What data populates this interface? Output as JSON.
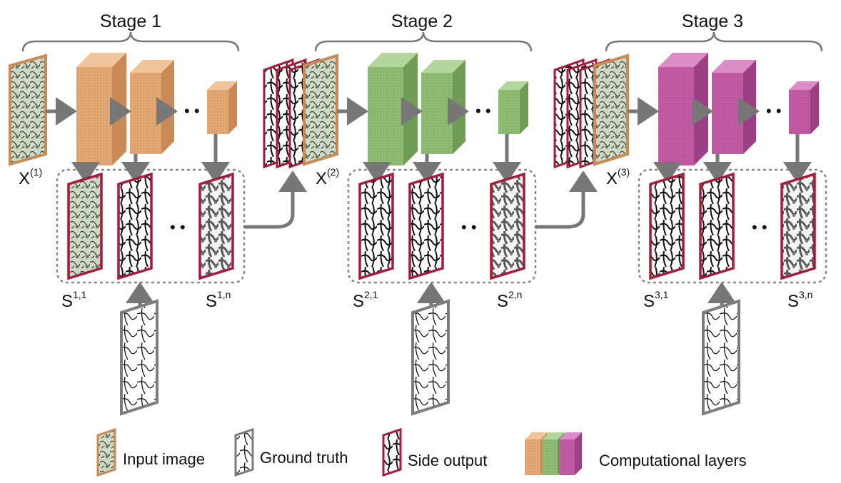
{
  "stages": [
    {
      "title": "Stage 1",
      "input_label": "X",
      "input_sup": "(1)",
      "first_side_base": "S",
      "first_side_sup": "1,1",
      "last_side_base": "S",
      "last_side_sup": "1,n",
      "layer_color": "#e3a873",
      "layer_color_dark": "#c98a55",
      "layer_color_top": "#f0c59c"
    },
    {
      "title": "Stage 2",
      "input_label": "X",
      "input_sup": "(2)",
      "first_side_base": "S",
      "first_side_sup": "2,1",
      "last_side_base": "S",
      "last_side_sup": "2,n",
      "layer_color": "#8fbc73",
      "layer_color_dark": "#6e9c55",
      "layer_color_top": "#b3d69c"
    },
    {
      "title": "Stage 3",
      "input_label": "X",
      "input_sup": "(3)",
      "first_side_base": "S",
      "first_side_sup": "3,1",
      "last_side_base": "S",
      "last_side_sup": "3,n",
      "layer_color": "#c25aa6",
      "layer_color_dark": "#9c3f85",
      "layer_color_top": "#dc8cc6"
    }
  ],
  "ellipsis": "• •",
  "legend": {
    "input_image": "Input image",
    "ground_truth": "Ground truth",
    "side_output": "Side output",
    "computational_layers": "Computational layers"
  },
  "colors": {
    "arrow": "#777777",
    "side_output_border": "#a8193a",
    "ground_truth_border": "#7d7d7d",
    "input_border": "#c98a55",
    "dashed_box": "#888888",
    "bracket": "#777777"
  }
}
